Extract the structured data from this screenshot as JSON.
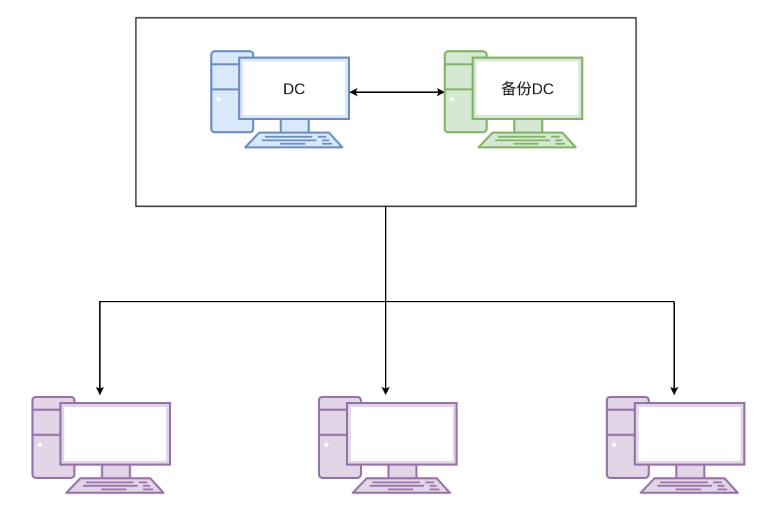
{
  "diagram": {
    "container": {
      "label": ""
    },
    "nodes": [
      {
        "id": "dc",
        "label": "DC",
        "role": "primary-domain-controller",
        "stroke": "#6c8ebf",
        "fill": "#dae8fc"
      },
      {
        "id": "backup-dc",
        "label": "备份DC",
        "role": "backup-domain-controller",
        "stroke": "#82b366",
        "fill": "#d5e8d4"
      },
      {
        "id": "client-1",
        "label": "",
        "role": "client",
        "stroke": "#9673a6",
        "fill": "#e1d5e7"
      },
      {
        "id": "client-2",
        "label": "",
        "role": "client",
        "stroke": "#9673a6",
        "fill": "#e1d5e7"
      },
      {
        "id": "client-3",
        "label": "",
        "role": "client",
        "stroke": "#9673a6",
        "fill": "#e1d5e7"
      }
    ],
    "edges": [
      {
        "from": "dc",
        "to": "backup-dc",
        "direction": "bidirectional"
      },
      {
        "from": "container",
        "to": "client-1",
        "direction": "forward"
      },
      {
        "from": "container",
        "to": "client-2",
        "direction": "forward"
      },
      {
        "from": "container",
        "to": "client-3",
        "direction": "forward"
      }
    ],
    "colors": {
      "line": "#000000",
      "container_border": "#222222",
      "background": "#ffffff"
    }
  }
}
